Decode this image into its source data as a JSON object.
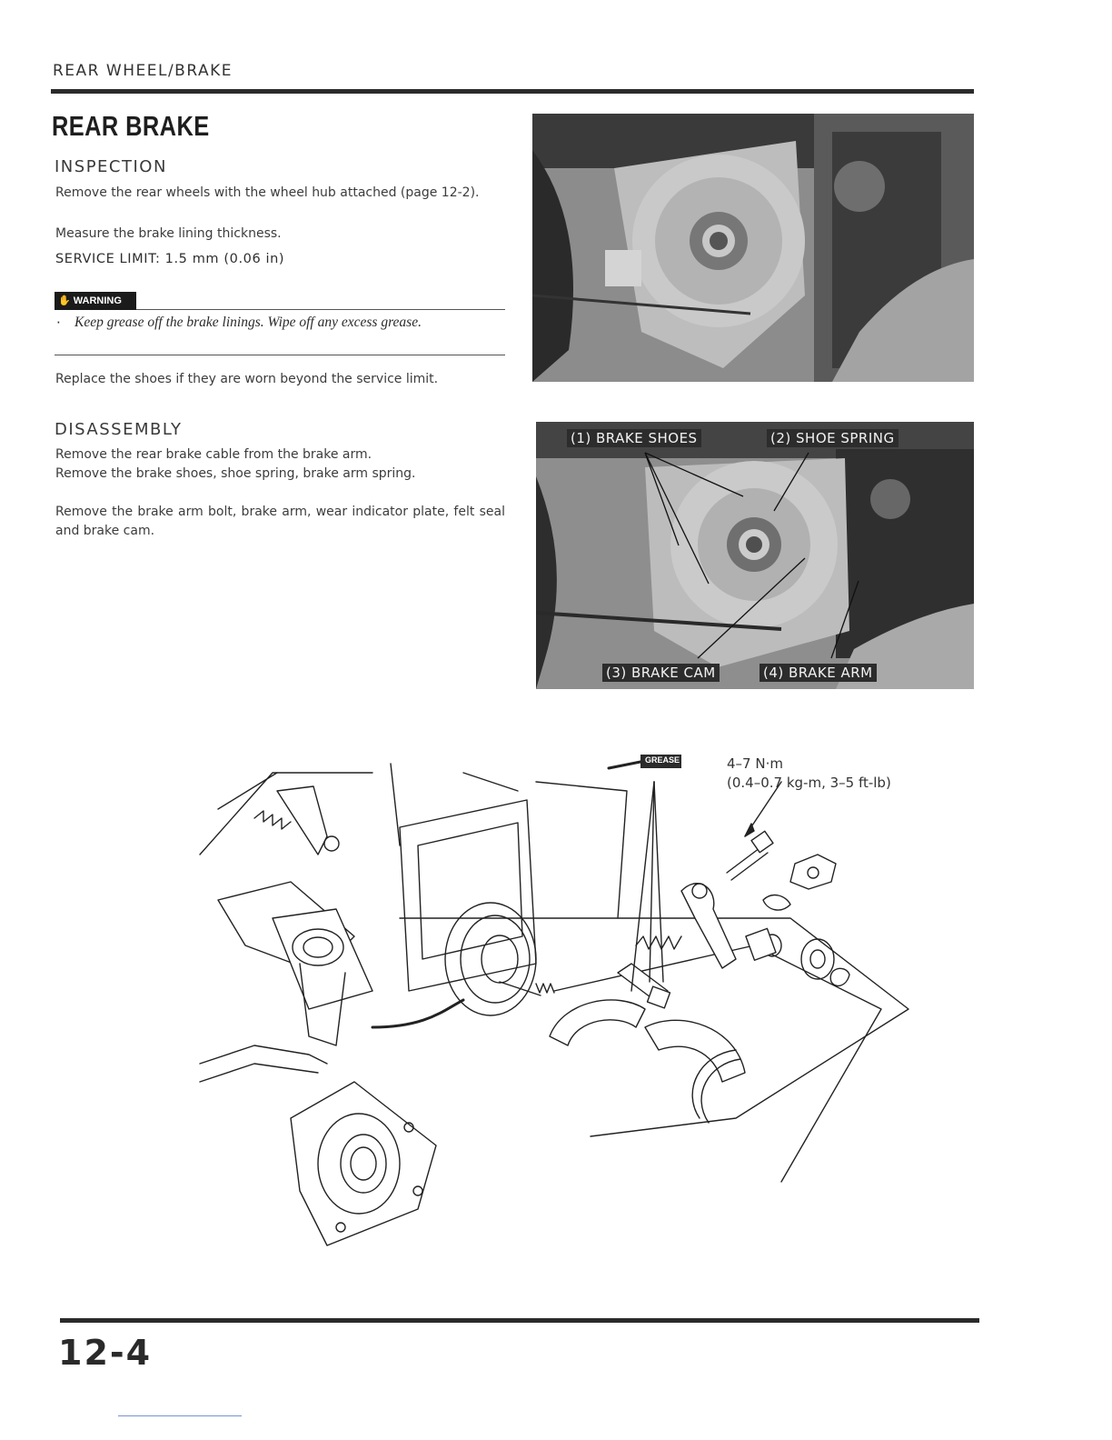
{
  "header": {
    "section": "REAR WHEEL/BRAKE"
  },
  "title": "REAR BRAKE",
  "inspection": {
    "heading": "INSPECTION",
    "para1": "Remove the rear wheels with the wheel hub attached (page 12-2).",
    "para2": "Measure the brake lining thickness.",
    "service_limit": "SERVICE LIMIT: 1.5 mm (0.06 in)",
    "warning_label": "WARNING",
    "warning_text": "Keep grease off the brake linings. Wipe off any excess grease.",
    "para3": "Replace the shoes if they are worn beyond the service limit."
  },
  "disassembly": {
    "heading": "DISASSEMBLY",
    "para1": "Remove the rear brake cable from the brake arm.",
    "para2": "Remove the brake shoes, shoe spring, brake arm spring.",
    "para3": "Remove the brake arm bolt, brake arm, wear indicator plate, felt seal and brake cam."
  },
  "photo2_labels": {
    "brake_shoes": "(1) BRAKE SHOES",
    "shoe_spring": "(2) SHOE SPRING",
    "brake_cam": "(3) BRAKE CAM",
    "brake_arm": "(4) BRAKE ARM"
  },
  "diagram": {
    "grease_label": "GREASE",
    "torque_line1": "4–7 N·m",
    "torque_line2": "(0.4–0.7 kg-m, 3–5 ft-lb)"
  },
  "footer": {
    "page_number": "12-4"
  },
  "colors": {
    "text": "#2a2a2a",
    "rule": "#2b2b2b",
    "photo_gray": "#9a9a9a",
    "label_bg": "#2c2c2c"
  }
}
